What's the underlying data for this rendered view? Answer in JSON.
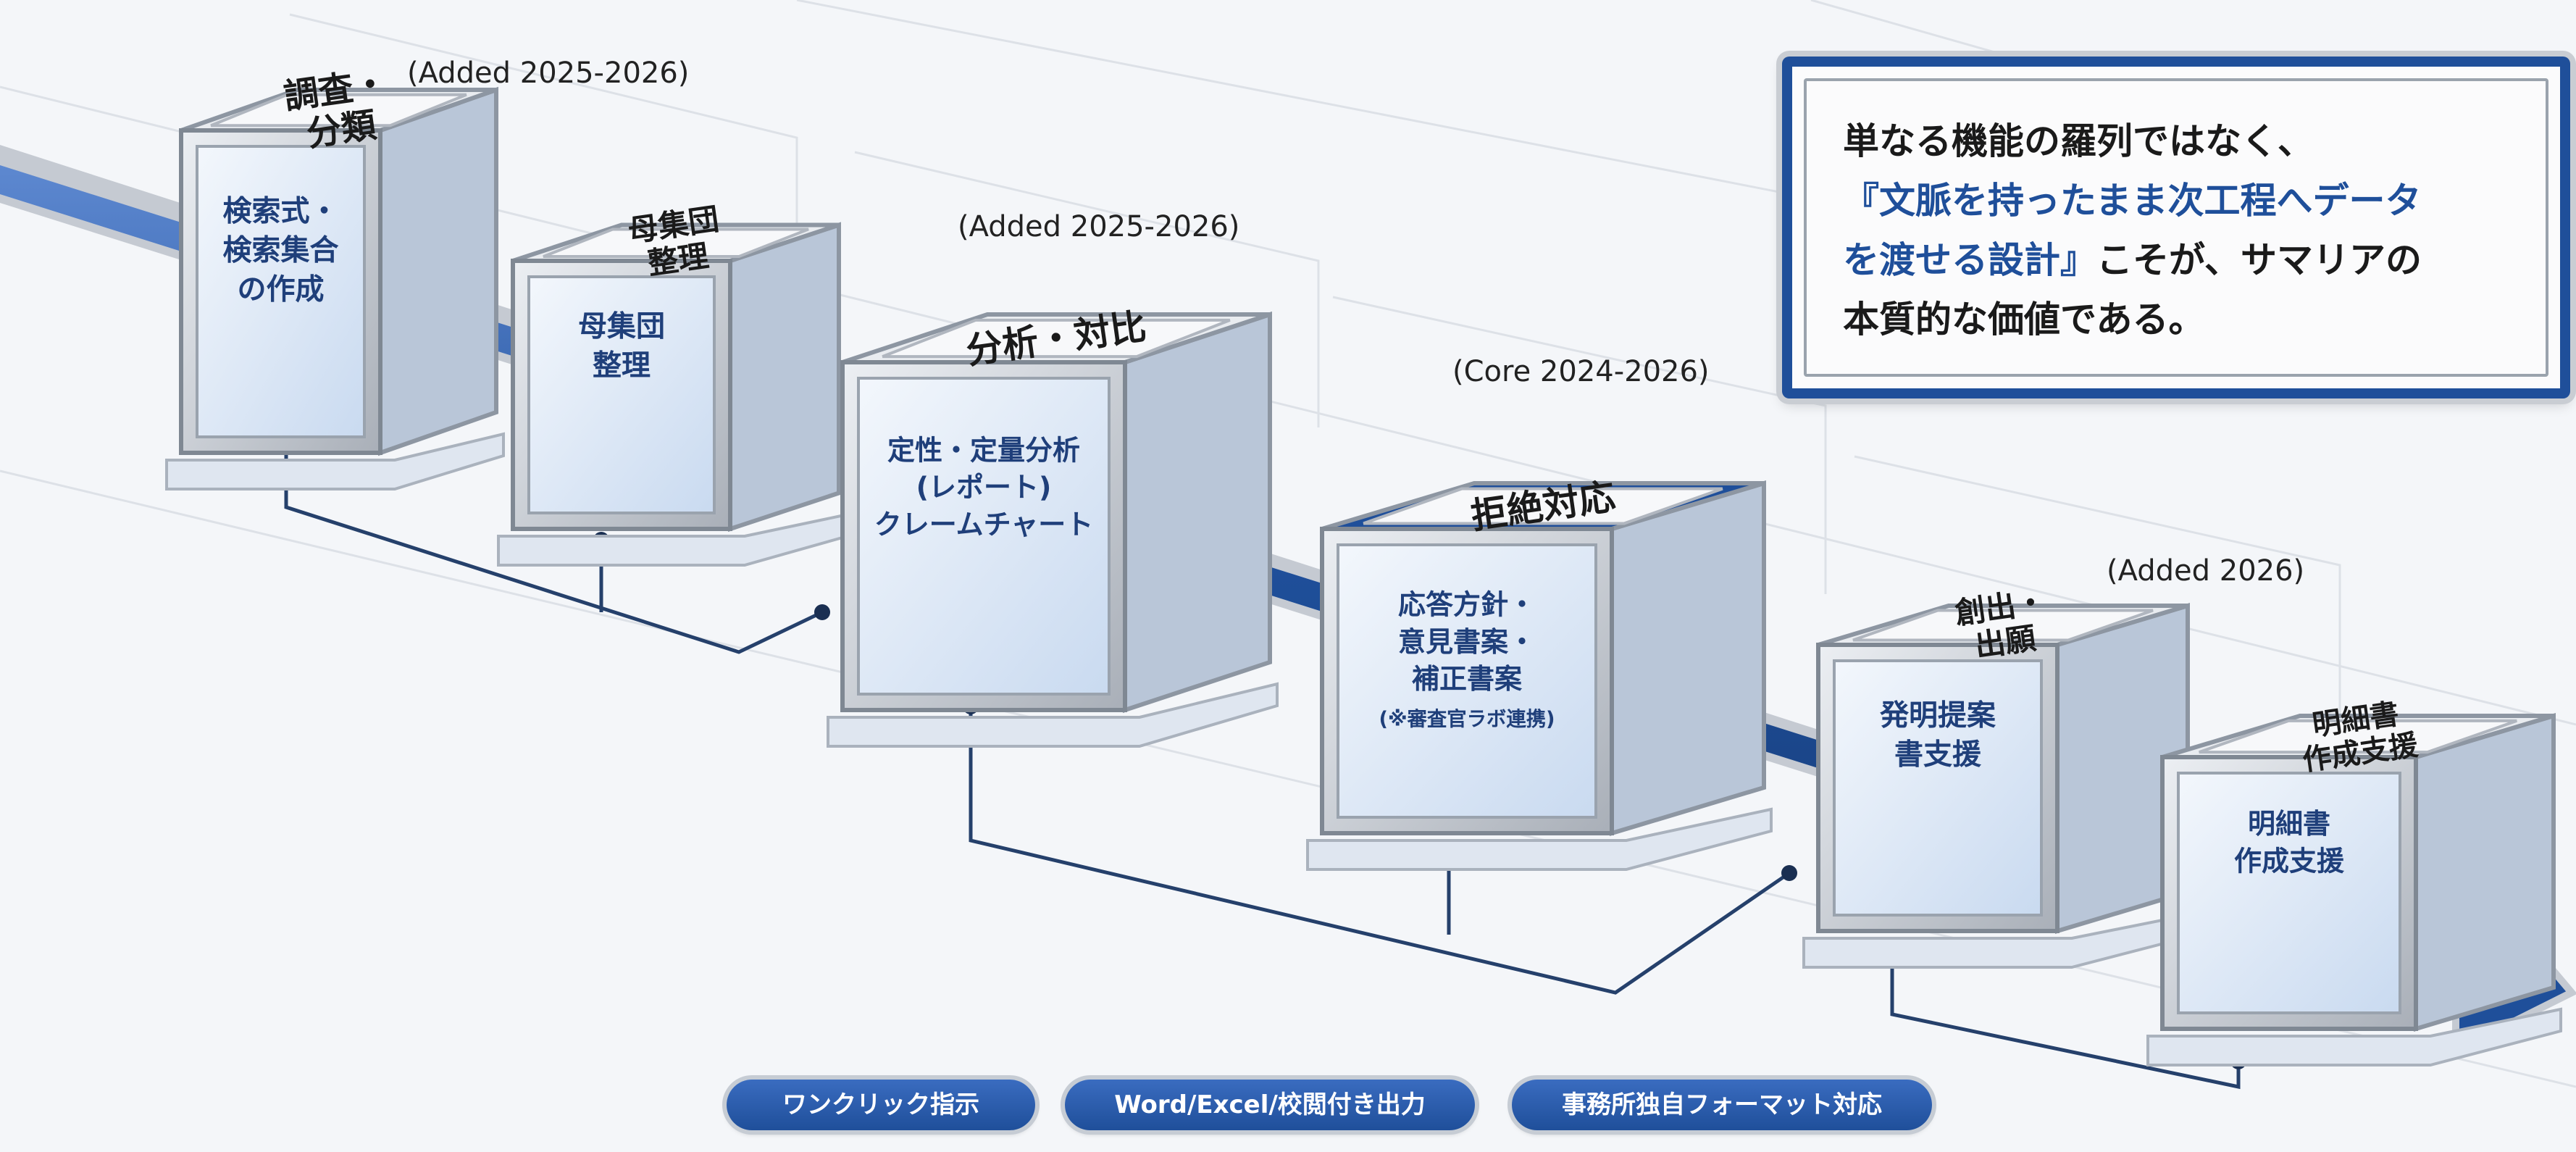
{
  "stage_tags": [
    {
      "text": "(Added 2025-2026)"
    },
    {
      "text": "(Added 2025-2026)"
    },
    {
      "text": "(Core 2024-2026)"
    },
    {
      "text": "(Added 2026)"
    }
  ],
  "cubes": [
    {
      "top": [
        "調査・",
        "分類"
      ],
      "front": [
        "検索式・",
        "検索集合",
        "の作成"
      ]
    },
    {
      "top": [
        "母集団",
        "整理"
      ],
      "front": [
        "母集団",
        "整理"
      ]
    },
    {
      "top": [
        "分析・対比"
      ],
      "front": [
        "定性・定量分析",
        "(レポート)",
        "クレームチャート"
      ]
    },
    {
      "top": [
        "拒絶対応"
      ],
      "front": [
        "応答方針・",
        "意見書案・",
        "補正書案",
        "(※審査官ラボ連携)"
      ]
    },
    {
      "top": [
        "創出・",
        "出願"
      ],
      "front": [
        "発明提案",
        "書支援"
      ]
    },
    {
      "top": [
        "明細書",
        "作成支援"
      ],
      "front": [
        "明細書",
        "作成支援"
      ]
    }
  ],
  "callout": {
    "line1": "単なる機能の羅列ではなく、",
    "line2": "『文脈を持ったまま次工程へデータ",
    "line3a": "を渡せる設計』",
    "line3b": "こそが、サマリアの",
    "line4": "本質的な価値である。"
  },
  "buttons": [
    {
      "label": "ワンクリック指示"
    },
    {
      "label": "Word/Excel/校閲付き出力"
    },
    {
      "label": "事務所独自フォーマット対応"
    }
  ],
  "colors": {
    "accent": "#1f4f9a",
    "frame": "#b9bec6",
    "glass": "#dfe9f6",
    "background": "#f4f6f9"
  }
}
